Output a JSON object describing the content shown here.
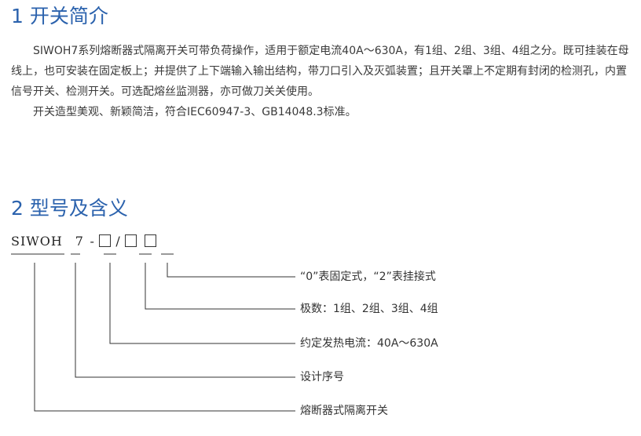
{
  "section1": {
    "title": "1 开关简介",
    "paragraphs": [
      "SIWOH7系列熔断器式隔离开关可带负荷操作，适用于额定电流40A～630A，有1组、2组、3组、4组之分。既可挂装在母线上，也可安装在固定板上；并提供了上下端输入输出结构，带刀口引入及灭弧装置；且开关罩上不定期有封闭的检测孔，内置信号开关、检测开关。可选配熔丝监测器，亦可做刀关关使用。",
      "开关造型美观、新颖简洁，符合IEC60947-3、GB14048.3标准。"
    ]
  },
  "section2": {
    "title": "2 型号及含义",
    "model": {
      "prefix": "SIWOH",
      "number": "7",
      "dash": "-",
      "slash": "/"
    },
    "descriptions": [
      "“0”表固定式，“2”表挂接式",
      "极数：1组、2组、3组、4组",
      "约定发热电流：40A～630A",
      "设计序号",
      "熔断器式隔离开关"
    ]
  },
  "colors": {
    "heading": "#2b62ad",
    "text": "#333333",
    "line": "#333333"
  }
}
